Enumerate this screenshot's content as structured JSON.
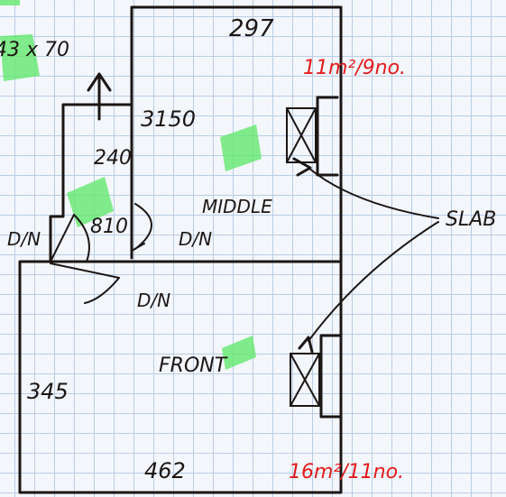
{
  "labels": {
    "top_dimension": "297",
    "timber_size": "43 x 70",
    "store_dim": "3150",
    "store_depth": "240",
    "door_dim_small": "810",
    "door_note_left": "D/N",
    "door_note_middle": "D/N",
    "door_note_front": "D/N",
    "room_middle": "MIDDLE",
    "room_front": "FRONT",
    "front_height": "345",
    "bottom_dimension": "462",
    "slab_label": "SLAB",
    "slab_top_spec": "11m²/9no.",
    "slab_bottom_spec": "16m²/11no."
  },
  "colors": {
    "ink": "#1c1614",
    "red_ink": "#e21b1b",
    "highlighter": "#63e86e",
    "grid": "#b9cde6",
    "paper": "#f3f6fb"
  }
}
